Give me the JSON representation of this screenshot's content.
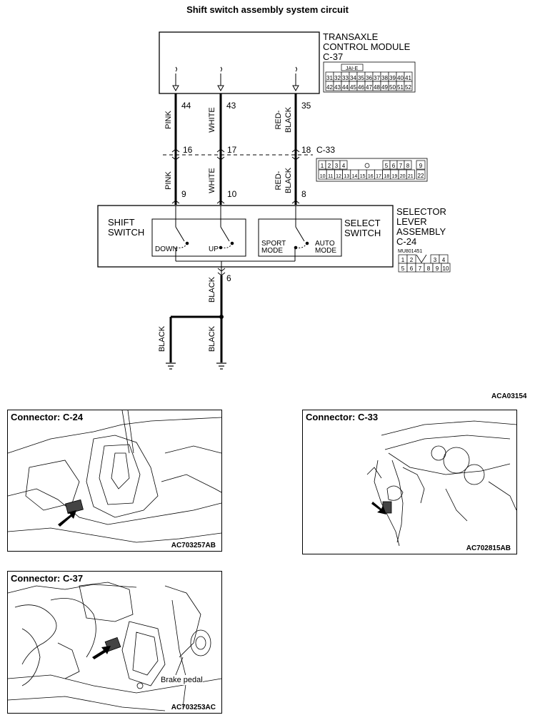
{
  "title": "Shift switch assembly system circuit",
  "tcm": {
    "label_line1": "TRANSAXLE",
    "label_line2": "CONTROL MODULE",
    "connector": "C-37",
    "connector_tag": "JAI-E",
    "pins_row1": [
      "31",
      "32",
      "33",
      "34",
      "35",
      "36",
      "37",
      "38",
      "39",
      "40",
      "41"
    ],
    "pins_row2": [
      "42",
      "43",
      "44",
      "45",
      "46",
      "47",
      "48",
      "49",
      "50",
      "51",
      "52"
    ]
  },
  "wires": [
    {
      "color": "PINK",
      "upper_pin": "44",
      "mid_pin": "16",
      "lower_pin": "9"
    },
    {
      "color": "WHITE",
      "upper_pin": "43",
      "mid_pin": "17",
      "lower_pin": "10"
    },
    {
      "color_line1": "RED-",
      "color_line2": "BLACK",
      "upper_pin": "35",
      "mid_pin": "18",
      "lower_pin": "8"
    }
  ],
  "junction_connector": {
    "name": "C-33",
    "pins_row1": [
      "1",
      "2",
      "3",
      "4",
      "5",
      "6",
      "7",
      "8",
      "9"
    ],
    "pins_row2": [
      "10",
      "11",
      "12",
      "13",
      "14",
      "15",
      "16",
      "17",
      "18",
      "19",
      "20",
      "21",
      "22"
    ]
  },
  "selector": {
    "label_line1": "SELECTOR",
    "label_line2": "LEVER",
    "label_line3": "ASSEMBLY",
    "connector": "C-24",
    "part_no": "MU801451",
    "pins_row1": [
      "1",
      "2",
      "3",
      "4"
    ],
    "pins_row2": [
      "5",
      "6",
      "7",
      "8",
      "9",
      "10"
    ],
    "shift_switch_line1": "SHIFT",
    "shift_switch_line2": "SWITCH",
    "select_switch_line1": "SELECT",
    "select_switch_line2": "SWITCH",
    "down": "DOWN",
    "up": "UP",
    "sport_line1": "SPORT",
    "sport_line2": "MODE",
    "auto_line1": "AUTO",
    "auto_line2": "MODE"
  },
  "ground": {
    "pin": "6",
    "color": "BLACK"
  },
  "figure_code": "ACA03154",
  "photos": [
    {
      "title": "Connector: C-24",
      "code": "AC703257AB"
    },
    {
      "title": "Connector: C-33",
      "code": "AC702815AB"
    },
    {
      "title": "Connector: C-37",
      "code": "AC703253AC",
      "callout": "Brake pedal"
    }
  ]
}
